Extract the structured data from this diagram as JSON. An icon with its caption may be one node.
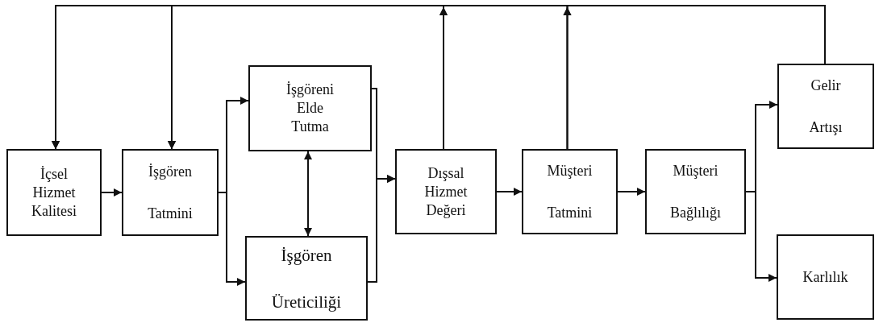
{
  "diagram": {
    "nodes": [
      {
        "text": [
          "İçsel Hizmet Kalitesi"
        ]
      },
      {
        "text": [
          "İşgören Tatmini"
        ]
      },
      {
        "text": [
          "İşgöreni Elde Tutma"
        ]
      },
      {
        "text": [
          "İşgören Üreticiliği"
        ]
      },
      {
        "text": [
          "Dışsal Hizmet Değeri"
        ]
      },
      {
        "text": [
          "Müşteri Tatmini"
        ]
      },
      {
        "text": [
          "Müşteri Bağlılığı"
        ]
      },
      {
        "text": [
          "Gelir Artışı"
        ]
      },
      {
        "text": [
          "Karlılık"
        ]
      }
    ],
    "edges": [
      {
        "from": 0,
        "to": 1,
        "arrow": "to"
      },
      {
        "from": 1,
        "to": 2,
        "arrow": "to"
      },
      {
        "from": 1,
        "to": 3,
        "arrow": "to"
      },
      {
        "from": 2,
        "to": 3,
        "arrow": "both"
      },
      {
        "from": 2,
        "to": 4,
        "arrow": "to"
      },
      {
        "from": 3,
        "to": 4,
        "arrow": "to"
      },
      {
        "from": 4,
        "to": 5,
        "arrow": "to"
      },
      {
        "from": 5,
        "to": 6,
        "arrow": "to"
      },
      {
        "from": 6,
        "to": 7,
        "arrow": "to"
      },
      {
        "from": 6,
        "to": 8,
        "arrow": "to"
      },
      {
        "from": 7,
        "to": 0,
        "arrow": "to"
      },
      {
        "from": 7,
        "to": 1,
        "arrow": "to"
      },
      {
        "from": 4,
        "to": 0,
        "arrow": "to"
      },
      {
        "from": 4,
        "to": 1,
        "arrow": "to"
      },
      {
        "from": 5,
        "to": 0,
        "arrow": "to"
      },
      {
        "from": 5,
        "to": 1,
        "arrow": "to"
      }
    ]
  }
}
